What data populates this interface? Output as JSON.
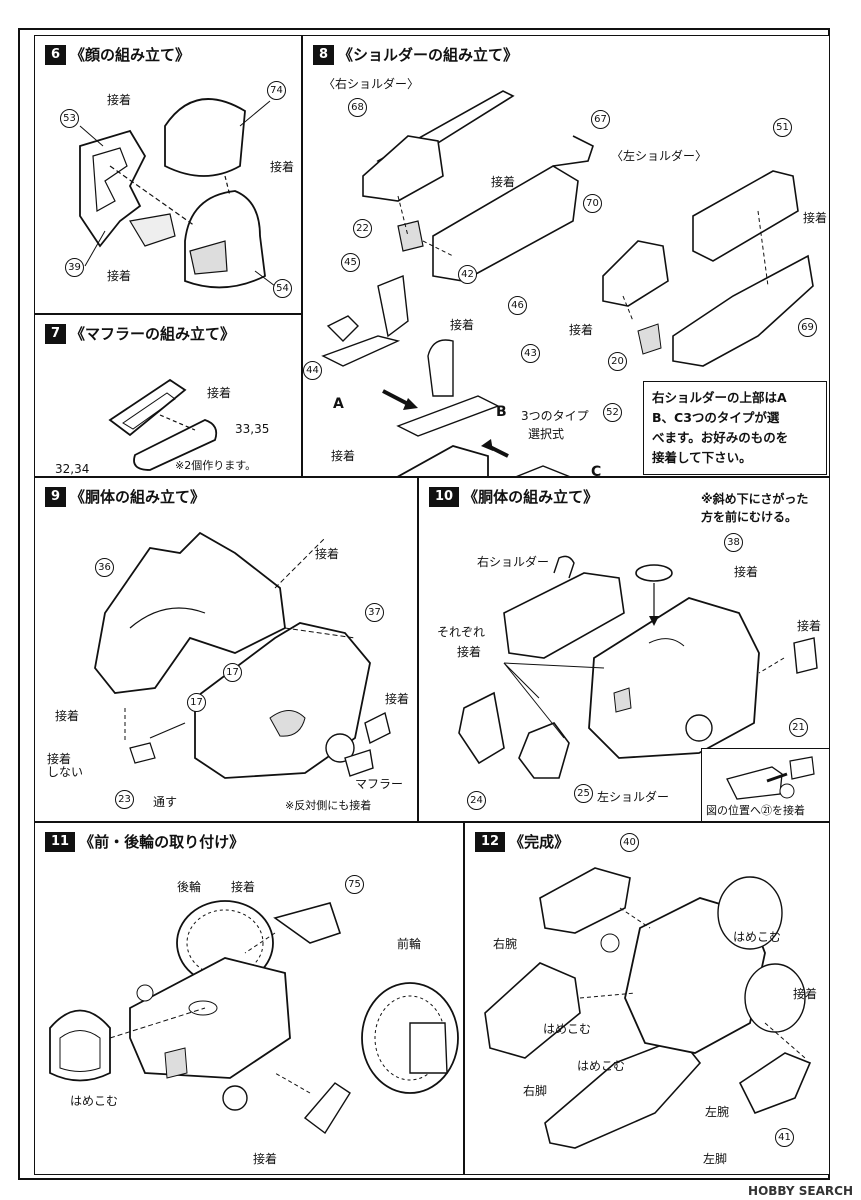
{
  "p6": {
    "num": "6",
    "title": "《顔の組み立て》",
    "parts": [
      "53",
      "74",
      "39",
      "54"
    ],
    "glue1": "接着",
    "glue2": "接着",
    "glue3": "接着"
  },
  "p7": {
    "num": "7",
    "title": "《マフラーの組み立て》",
    "glue": "接着",
    "parts_a": "33,35",
    "parts_b": "32,34",
    "note": "※2個作ります。"
  },
  "p8": {
    "num": "8",
    "title": "《ショルダーの組み立て》",
    "right_label": "〈右ショルダー〉",
    "left_label": "〈左ショルダー〉",
    "parts": [
      "68",
      "67",
      "22",
      "45",
      "42",
      "46",
      "44",
      "43",
      "52",
      "51",
      "70",
      "20",
      "69"
    ],
    "glue": "接着",
    "type_label": "3つのタイプ",
    "select_label": "選択式",
    "A": "A",
    "B": "B",
    "C": "C",
    "note": [
      "右ショルダーの上部はA",
      "B、C3つのタイプが選",
      "べます。お好みのものを",
      "接着して下さい。"
    ]
  },
  "p9": {
    "num": "9",
    "title": "《胴体の組み立て》",
    "parts": [
      "36",
      "37",
      "17",
      "17",
      "23"
    ],
    "glue": "接着",
    "no_glue": [
      "接着",
      "しない"
    ],
    "through": "通す",
    "muffler": "マフラー",
    "note": "※反対側にも接着"
  },
  "p10": {
    "num": "10",
    "title": "《胴体の組み立て》",
    "note": [
      "※斜め下にさがった",
      "方を前にむける。"
    ],
    "parts": [
      "38",
      "21",
      "24",
      "25"
    ],
    "right_shoulder": "右ショルダー",
    "each": "それぞれ",
    "glue": "接着",
    "left_shoulder": "左ショルダー",
    "inset_caption": "図の位置へ㉑を接着"
  },
  "p11": {
    "num": "11",
    "title": "《前・後輪の取り付け》",
    "rear": "後輪",
    "glue": "接着",
    "part": "75",
    "front": "前輪",
    "fit": "はめこむ"
  },
  "p12": {
    "num": "12",
    "title": "《完成》",
    "parts": [
      "40",
      "41"
    ],
    "right_arm": "右腕",
    "fit": "はめこむ",
    "glue": "接着",
    "right_leg": "右脚",
    "left_arm": "左腕",
    "left_leg": "左脚"
  },
  "watermark": "HOBBY SEARCH"
}
